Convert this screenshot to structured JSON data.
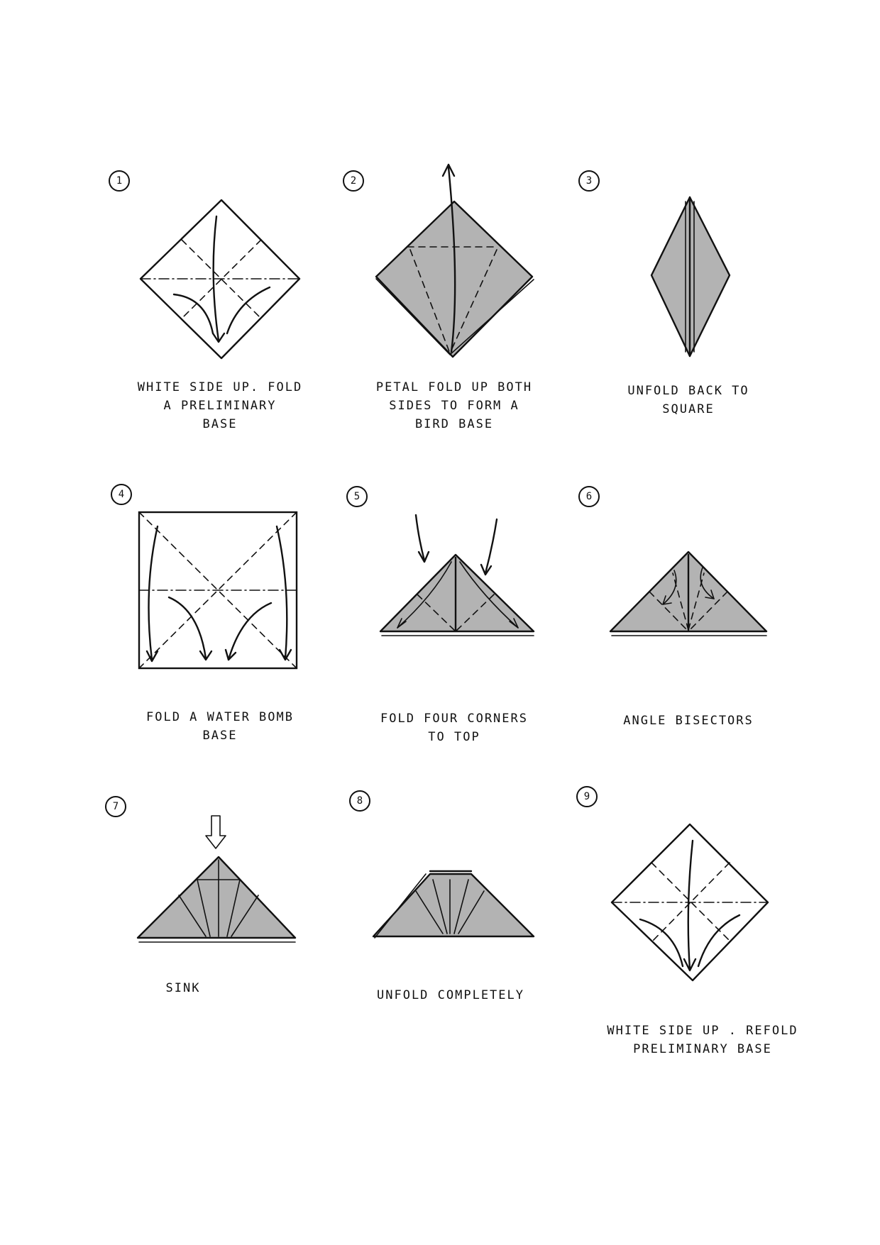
{
  "colors": {
    "paper": "#ffffff",
    "ink": "#111111",
    "colored_side": "#b3b3b3"
  },
  "steps": [
    {
      "number": "1",
      "caption": "WHITE SIDE UP. FOLD\nA PRELIMINARY\nBASE"
    },
    {
      "number": "2",
      "caption": "PETAL FOLD UP BOTH\nSIDES TO FORM A\nBIRD BASE"
    },
    {
      "number": "3",
      "caption": "UNFOLD BACK TO\nSQUARE"
    },
    {
      "number": "4",
      "caption": "FOLD A WATER BOMB\nBASE"
    },
    {
      "number": "5",
      "caption": "FOLD FOUR CORNERS\nTO TOP"
    },
    {
      "number": "6",
      "caption": "ANGLE BISECTORS"
    },
    {
      "number": "7",
      "caption": "SINK"
    },
    {
      "number": "8",
      "caption": "UNFOLD COMPLETELY"
    },
    {
      "number": "9",
      "caption": "WHITE SIDE UP . REFOLD\nPRELIMINARY BASE"
    }
  ]
}
